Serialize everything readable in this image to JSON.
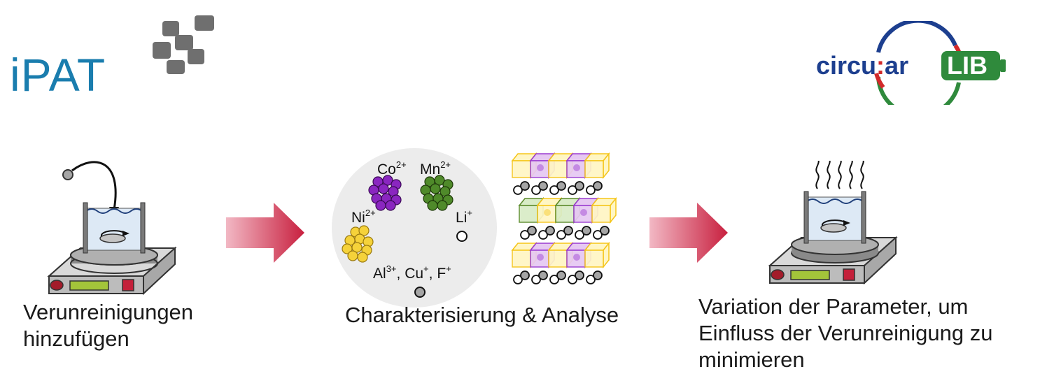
{
  "logos": {
    "ipat": "iPAT",
    "circularlib": {
      "part1": "circu",
      "dot": ":",
      "part2": "ar",
      "box": "LIB"
    }
  },
  "ions": {
    "co": {
      "base": "Co",
      "charge": "2+"
    },
    "mn": {
      "base": "Mn",
      "charge": "2+"
    },
    "ni": {
      "base": "Ni",
      "charge": "2+"
    },
    "li": {
      "base": "Li",
      "charge": "+"
    },
    "imp": {
      "al": "Al",
      "al_charge": "3+",
      "sep1": ", ",
      "cu": "Cu",
      "cu_charge": "+",
      "sep2": ", ",
      "f": "F",
      "f_charge": "+"
    }
  },
  "steps": [
    {
      "lines": [
        "Verunreinigungen",
        "hinzufügen"
      ]
    },
    {
      "lines": [
        "Charakterisierung & Analyse"
      ]
    },
    {
      "lines": [
        "Variation der Parameter, um",
        "Einfluss der Verunreinigung zu",
        "minimieren"
      ]
    }
  ],
  "colors": {
    "ipat_blue": "#1a7dae",
    "ipat_gray": "#6f6f6f",
    "circular_blue": "#1d3f8f",
    "circular_green": "#2f8a3c",
    "arrow_dark": "#c8203f",
    "arrow_light": "#f2b8c4",
    "cobalt": "#8a26c0",
    "manganese": "#4f8a2a",
    "nickel": "#f5d23a"
  }
}
